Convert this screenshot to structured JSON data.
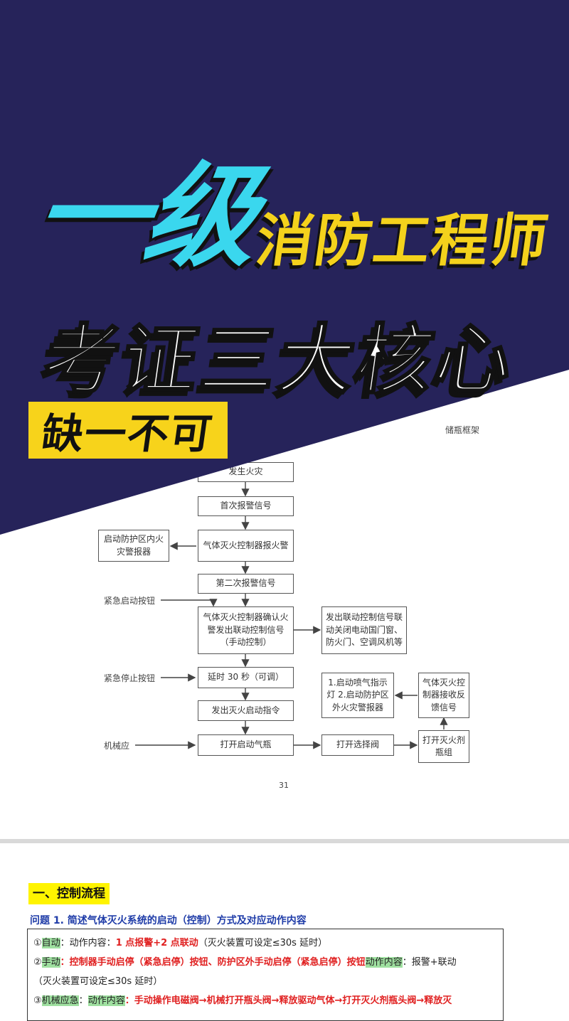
{
  "cover": {
    "title_big": "一级",
    "title_sub": "消防工程师",
    "title_main": "考证三大核心",
    "badge": "缺一不可"
  },
  "colors": {
    "banner": "#26235a",
    "cyan": "#3ad7ee",
    "yellow": "#f4d21c",
    "highlight": "#fff400",
    "green_highlight": "#9fe0a0",
    "red_text": "#e02020"
  },
  "top_fragment": {
    "label_1": "储瓶框架"
  },
  "flowchart": {
    "fire": "发生火灾",
    "first_alarm": "首次报警信号",
    "controller_alarm": "气体灭火控制器报火警",
    "start_alarm_device": "启动防护区内火灾警报器",
    "second_alarm": "第二次报警信号",
    "emergency_start": "紧急启动按钮",
    "confirm_fire": "气体灭火控制器确认火警发出联动控制信号（手动控制）",
    "linkage": "发出联动控制信号联动关闭电动国门窗、防火门、空调风机等",
    "emergency_stop": "紧急停止按钮",
    "delay": "延时 30 秒（可调）",
    "lamp": "1.启动喷气指示灯 2.启动防护区外火灾警报器",
    "feedback": "气体灭火控制器接收反馈信号",
    "start_cmd": "发出灭火启动指令",
    "mechanical": "机械应",
    "open_cylinder": "打开启动气瓶",
    "open_valve": "打开选择阀",
    "open_agent": "打开灭火剂瓶组"
  },
  "page_number": "31",
  "doc": {
    "section_title": "一、控制流程",
    "question": "问题 1. 简述气体灭火系统的启动（控制）方式及对应动作内容",
    "item1_num": "①",
    "item1_tag": "自动",
    "item1_text": "：动作内容：",
    "item1_red": "1 点报警+2 点联动",
    "item1_tail": "（灭火装置可设定≤30s 延时）",
    "item2_num": "②",
    "item2_tag": "手动",
    "item2_red": "：控制器手动启停（紧急启停）按钮、防护区外手动启停（紧急启停）按钮",
    "item2_tag2": "动作内容",
    "item2_tail": "：报警+联动",
    "item2_line2": "（灭火装置可设定≤30s 延时）",
    "item3_num": "③",
    "item3_tag": "机械应急",
    "item3_tag2": "动作内容",
    "item3_red": "：手动操作电磁阀→机械打开瓶头阀→释放驱动气体→打开灭火剂瓶头阀→释放灭"
  }
}
